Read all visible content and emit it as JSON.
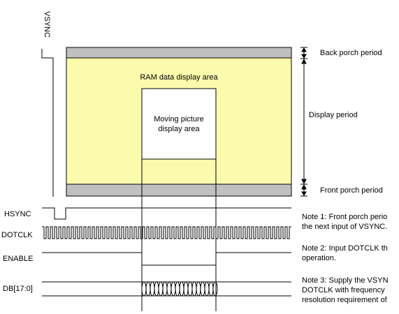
{
  "signals": {
    "vsync": "VSYNC",
    "hsync": "HSYNC",
    "dotclk": "DOTCLK",
    "enable": "ENABLE",
    "db": "DB[17:0]"
  },
  "areas": {
    "ram_data": "RAM data display area",
    "moving_picture_line1": "Moving picture",
    "moving_picture_line2": "display area"
  },
  "periods": {
    "back_porch": "Back porch period",
    "display": "Display period",
    "front_porch": "Front porch period"
  },
  "notes": {
    "note1_line1": "Note 1: Front porch perio",
    "note1_line2": "the next input of VSYNC.",
    "note2_line1": "Note 2: Input DOTCLK th",
    "note2_line2": "operation.",
    "note3_line1": "Note 3: Supply the VSYN",
    "note3_line2": "DOTCLK with frequency",
    "note3_line3": "resolution requirement of"
  },
  "colors": {
    "display_area_fill": "#fbfbae",
    "porch_fill": "#c0c0c0",
    "line": "#000000"
  }
}
